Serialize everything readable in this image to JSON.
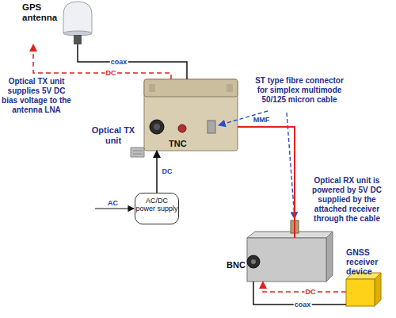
{
  "diagram": {
    "nodes": [
      {
        "text": [
          "GPS antenna"
        ]
      },
      {
        "text": [
          "Optical TX unit",
          "TNC"
        ]
      },
      {
        "text": [
          "AC/DC power supply"
        ]
      },
      {
        "text": [
          "BNC"
        ]
      },
      {
        "text": [
          "GNSS receiver device"
        ]
      }
    ],
    "edges": [
      {
        "from": 0,
        "to": 1,
        "label": "coax",
        "arrow": "none"
      },
      {
        "from": 1,
        "to": 0,
        "label": "DC",
        "arrow": "to"
      },
      {
        "from": 2,
        "to": 1,
        "label": "DC",
        "arrow": "to"
      },
      {
        "from": 1,
        "to": 3,
        "label": "MMF",
        "arrow": "none"
      },
      {
        "from": 3,
        "to": 4,
        "label": "coax",
        "arrow": "none"
      },
      {
        "from": 4,
        "to": 3,
        "label": "DC",
        "arrow": "to"
      }
    ],
    "labels": [
      "Optical TX unit supplies 5V DC bias voltage to the antenna LNA",
      "ST type fibre connector for simplex multimode 50/125 micron cable",
      "Optical RX unit is powered by 5V DC supplied by the attached receiver through the cable",
      "AC"
    ]
  }
}
